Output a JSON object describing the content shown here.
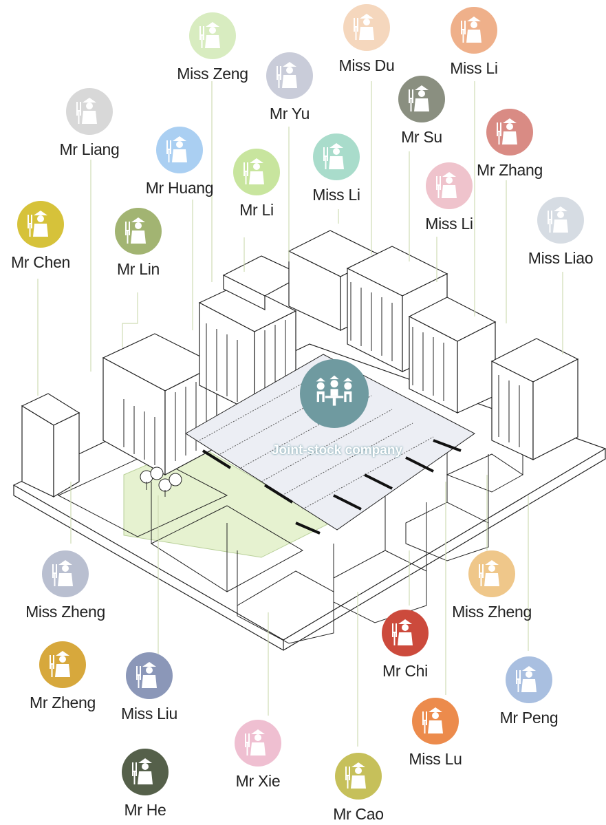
{
  "company": {
    "label": "Joint-stock company",
    "color": "#6f9aa0",
    "icon": "meeting-table-icon"
  },
  "people": [
    {
      "name": "Miss Zeng",
      "color": "#d8ecc0"
    },
    {
      "name": "Mr Yu",
      "color": "#c9ccd9"
    },
    {
      "name": "Miss Du",
      "color": "#f5d7bd"
    },
    {
      "name": "Miss Li",
      "color": "#efb08a"
    },
    {
      "name": "Mr Liang",
      "color": "#d8d8d8"
    },
    {
      "name": "Mr Su",
      "color": "#8a8f80"
    },
    {
      "name": "Mr Zhang",
      "color": "#d98b84"
    },
    {
      "name": "Miss Li",
      "color": "#a9dccb"
    },
    {
      "name": "Mr Huang",
      "color": "#aacff2"
    },
    {
      "name": "Mr Li",
      "color": "#c8e59e"
    },
    {
      "name": "Miss Li",
      "color": "#efc3cc"
    },
    {
      "name": "Mr Chen",
      "color": "#d6c23a"
    },
    {
      "name": "Mr Lin",
      "color": "#a2b472"
    },
    {
      "name": "Miss Liao",
      "color": "#d6dce3"
    },
    {
      "name": "Miss Zheng",
      "color": "#b9bfd0"
    },
    {
      "name": "Miss Zheng",
      "color": "#efc78a"
    },
    {
      "name": "Mr Chi",
      "color": "#cc4a3c"
    },
    {
      "name": "Mr Zheng",
      "color": "#d7a83c"
    },
    {
      "name": "Miss Liu",
      "color": "#8b97b8"
    },
    {
      "name": "Mr Peng",
      "color": "#a9bfe0"
    },
    {
      "name": "Miss Lu",
      "color": "#ec8b4c"
    },
    {
      "name": "Mr Xie",
      "color": "#efbfd1"
    },
    {
      "name": "Mr He",
      "color": "#55604a"
    },
    {
      "name": "Mr Cao",
      "color": "#c6c05a"
    }
  ]
}
